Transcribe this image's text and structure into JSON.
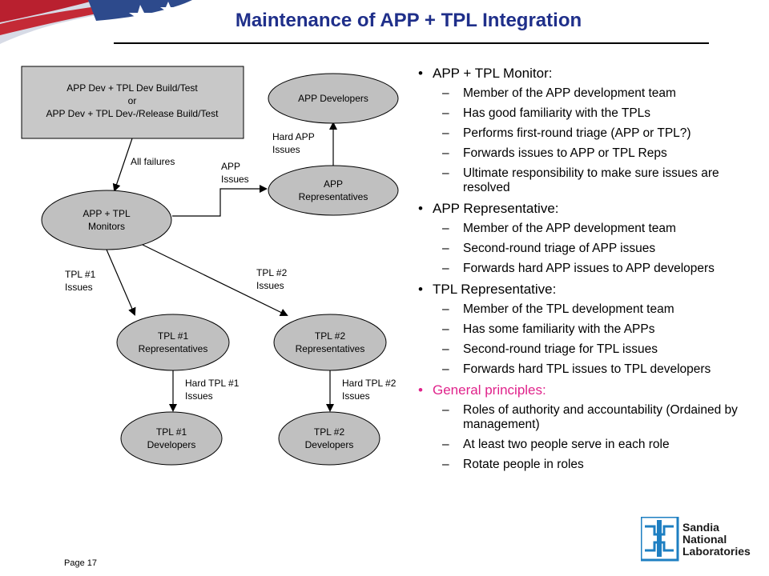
{
  "title": "Maintenance of APP + TPL Integration",
  "page_label": "Page 17",
  "logo": {
    "lines": [
      "Sandia",
      "National",
      "Laboratories"
    ]
  },
  "diagram": {
    "build_box": {
      "line1": "APP Dev + TPL Dev Build/Test",
      "line2": "or",
      "line3": "APP Dev + TPL Dev-/Release Build/Test"
    },
    "monitors": {
      "line1": "APP + TPL",
      "line2": "Monitors"
    },
    "app_reps": {
      "line1": "APP",
      "line2": "Representatives"
    },
    "app_devs": {
      "line1": "APP Developers"
    },
    "tpl1_reps": {
      "line1": "TPL #1",
      "line2": "Representatives"
    },
    "tpl2_reps": {
      "line1": "TPL #2",
      "line2": "Representatives"
    },
    "tpl1_devs": {
      "line1": "TPL #1",
      "line2": "Developers"
    },
    "tpl2_devs": {
      "line1": "TPL #2",
      "line2": "Developers"
    },
    "labels": {
      "all_failures": "All failures",
      "app_issues": {
        "line1": "APP",
        "line2": "Issues"
      },
      "hard_app": {
        "line1": "Hard APP",
        "line2": "Issues"
      },
      "tpl1_issues": {
        "line1": "TPL #1",
        "line2": "Issues"
      },
      "tpl2_issues": {
        "line1": "TPL #2",
        "line2": "Issues"
      },
      "hard_tpl1": {
        "line1": "Hard TPL #1",
        "line2": "Issues"
      },
      "hard_tpl2": {
        "line1": "Hard TPL #2",
        "line2": "Issues"
      }
    }
  },
  "sections": [
    {
      "heading": "APP + TPL Monitor:",
      "items": [
        "Member of the APP development team",
        "Has good familiarity with the TPLs",
        "Performs first-round triage (APP or TPL?)",
        "Forwards issues to APP or TPL Reps",
        "Ultimate responsibility to make sure issues are resolved"
      ]
    },
    {
      "heading": "APP Representative:",
      "items": [
        "Member of the APP development team",
        "Second-round triage of APP issues",
        "Forwards hard APP issues to APP developers"
      ]
    },
    {
      "heading": "TPL Representative:",
      "items": [
        "Member of the TPL development team",
        "Has some familiarity with the APPs",
        "Second-round triage for TPL issues",
        "Forwards hard TPL issues to TPL developers"
      ]
    },
    {
      "heading": "General principles:",
      "items": [
        "Roles of authority and accountability (Ordained by management)",
        "At least two people serve in each role",
        "Rotate people in roles"
      ]
    }
  ],
  "colors": {
    "title": "#1f2f8a",
    "node_fill": "#c0c0c0",
    "box_fill": "#c8c8c8",
    "accent_heading": "#e0238b",
    "logo_blue": "#1e7fc2"
  }
}
